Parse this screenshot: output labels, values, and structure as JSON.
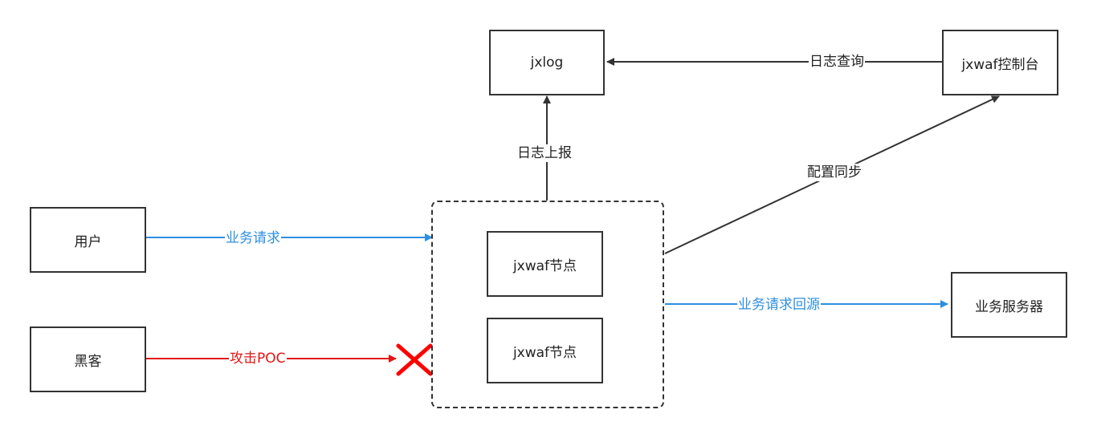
{
  "nodes": {
    "jxlog": "jxlog",
    "console": "jxwaf控制台",
    "user": "用户",
    "hacker": "黑客",
    "waf_node_1": "jxwaf节点",
    "waf_node_2": "jxwaf节点",
    "biz_server": "业务服务器"
  },
  "edges": {
    "log_query": "日志查询",
    "log_report": "日志上报",
    "config_sync": "配置同步",
    "biz_request": "业务请求",
    "biz_request_origin": "业务请求回源",
    "attack_poc": "攻击POC"
  },
  "colors": {
    "line": "#333333",
    "business": "#2d8fe0",
    "attack": "#e31414",
    "blocked_mark": "#ff0000"
  },
  "icons": {
    "blocked": "red-x-icon"
  }
}
